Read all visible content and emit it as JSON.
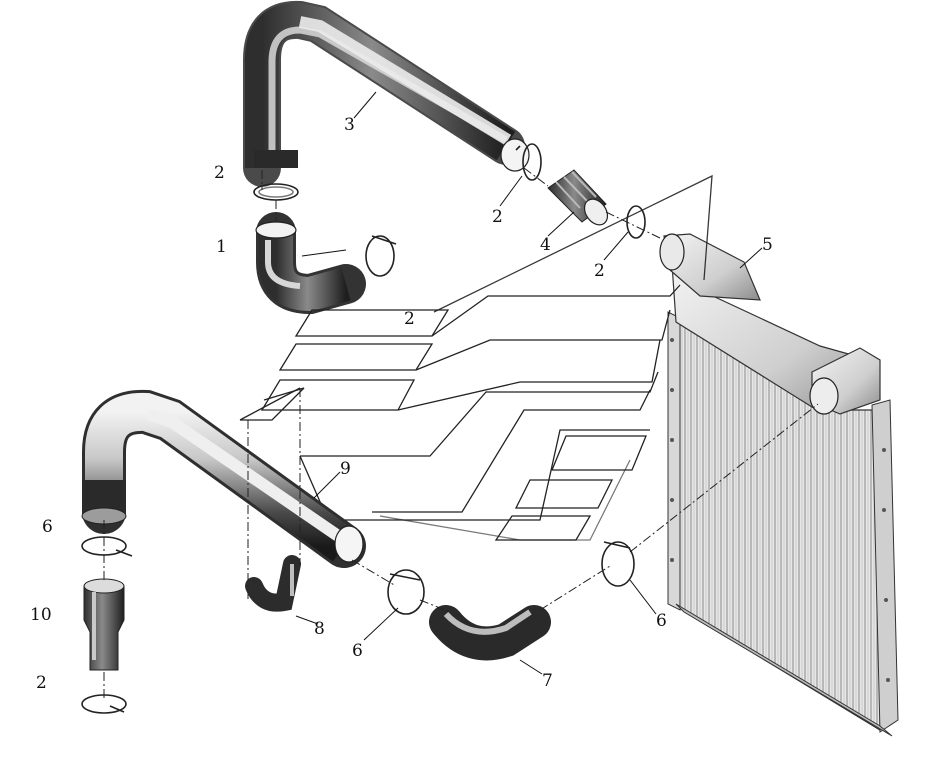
{
  "callouts": {
    "c1": "1",
    "c2_hose_top": "2",
    "c2_right_of_3": "2",
    "c2_right_of_4": "2",
    "c2_panel": "2",
    "c2_bottom_left": "2",
    "c3": "3",
    "c4": "4",
    "c5": "5",
    "c6_left": "6",
    "c6_mid": "6",
    "c6_right": "6",
    "c7": "7",
    "c8": "8",
    "c9": "9",
    "c10": "10"
  }
}
